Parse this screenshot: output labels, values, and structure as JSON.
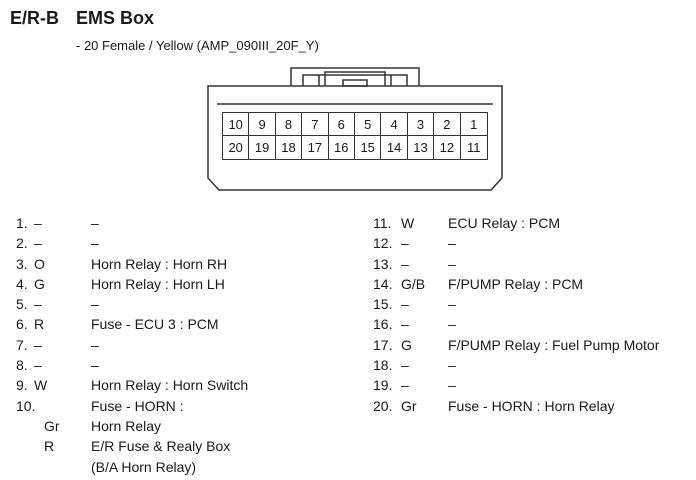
{
  "header": {
    "code": "E/R-B",
    "title": "EMS Box"
  },
  "subtitle": "- 20 Female / Yellow (AMP_090III_20F_Y)",
  "connector": {
    "top_row": [
      "10",
      "9",
      "8",
      "7",
      "6",
      "5",
      "4",
      "3",
      "2",
      "1"
    ],
    "bottom_row": [
      "20",
      "19",
      "18",
      "17",
      "16",
      "15",
      "14",
      "13",
      "12",
      "11"
    ]
  },
  "pins_left": [
    {
      "no": "1.",
      "color": "–",
      "desc": "–"
    },
    {
      "no": "2.",
      "color": "–",
      "desc": "–"
    },
    {
      "no": "3.",
      "color": "O",
      "desc": "Horn Relay : Horn RH"
    },
    {
      "no": "4.",
      "color": "G",
      "desc": "Horn Relay : Horn LH"
    },
    {
      "no": "5.",
      "color": "–",
      "desc": "–"
    },
    {
      "no": "6.",
      "color": "R",
      "desc": "Fuse - ECU 3 : PCM"
    },
    {
      "no": "7.",
      "color": "–",
      "desc": "–"
    },
    {
      "no": "8.",
      "color": "–",
      "desc": "–"
    },
    {
      "no": "9.",
      "color": "W",
      "desc": "Horn Relay : Horn Switch"
    },
    {
      "no": "10.",
      "color": "",
      "desc": "Fuse - HORN :"
    },
    {
      "no": "",
      "color": "Gr",
      "desc": "Horn Relay"
    },
    {
      "no": "",
      "color": "R",
      "desc": "E/R Fuse & Realy Box"
    },
    {
      "no": "",
      "color": "",
      "desc": "(B/A Horn Relay)"
    }
  ],
  "pins_right": [
    {
      "no": "11.",
      "color": "W",
      "desc": "ECU Relay : PCM"
    },
    {
      "no": "12.",
      "color": "–",
      "desc": "–"
    },
    {
      "no": "13.",
      "color": "–",
      "desc": "–"
    },
    {
      "no": "14.",
      "color": "G/B",
      "desc": "F/PUMP Relay : PCM"
    },
    {
      "no": "15.",
      "color": "–",
      "desc": "–"
    },
    {
      "no": "16.",
      "color": "–",
      "desc": "–"
    },
    {
      "no": "17.",
      "color": "G",
      "desc": "F/PUMP Relay : Fuel Pump Motor"
    },
    {
      "no": "18.",
      "color": "–",
      "desc": "–"
    },
    {
      "no": "19.",
      "color": "–",
      "desc": "–"
    },
    {
      "no": "20.",
      "color": "Gr",
      "desc": "Fuse - HORN : Horn Relay"
    }
  ]
}
